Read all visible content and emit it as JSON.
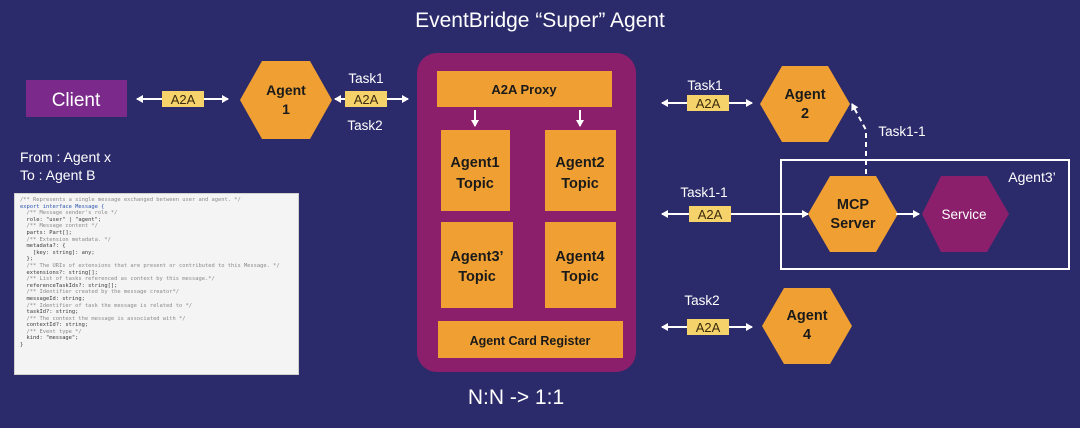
{
  "title": "EventBridge “Super” Agent",
  "footer": "N:N -> 1:1",
  "client": {
    "label": "Client"
  },
  "from_to": {
    "from": "From : Agent x",
    "to": "To : Agent B"
  },
  "agents": {
    "agent1": {
      "line1": "Agent",
      "line2": "1"
    },
    "agent2": {
      "line1": "Agent",
      "line2": "2"
    },
    "agent4": {
      "line1": "Agent",
      "line2": "4"
    }
  },
  "proxy": {
    "header": "A2A Proxy",
    "register": "Agent Card Register",
    "topics": [
      {
        "line1": "Agent1",
        "line2": "Topic"
      },
      {
        "line1": "Agent2",
        "line2": "Topic"
      },
      {
        "line1": "Agent3’",
        "line2": "Topic"
      },
      {
        "line1": "Agent4",
        "line2": "Topic"
      }
    ]
  },
  "agent3_group": {
    "label": "Agent3’",
    "mcp": {
      "line1": "MCP",
      "line2": "Server"
    },
    "service": "Service"
  },
  "connections": {
    "client_agent1": {
      "protocol": "A2A"
    },
    "agent1_proxy": {
      "protocol": "A2A",
      "task_top": "Task1",
      "task_bottom": "Task2"
    },
    "proxy_agent2": {
      "protocol": "A2A",
      "task": "Task1"
    },
    "proxy_mcp": {
      "protocol": "A2A",
      "task": "Task1-1"
    },
    "mcp_agent2": {
      "task": "Task1-1"
    },
    "proxy_agent4": {
      "protocol": "A2A",
      "task": "Task2"
    }
  },
  "code_lines": [
    "/** Represents a single message exchanged between user and agent. */",
    "export interface Message {",
    "  /** Message sender's role */",
    "  role: \"user\" | \"agent\";",
    "  /** Message content */",
    "  parts: Part[];",
    "  /** Extension metadata. */",
    "  metadata?: {",
    "    [key: string]: any;",
    "  };",
    "  /** The URIs of extensions that are present or contributed to this Message. */",
    "  extensions?: string[];",
    "  /** List of tasks referenced as context by this message.*/",
    "  referenceTaskIds?: string[];",
    "  /** Identifier created by the message creator*/",
    "  messageId: string;",
    "  /** Identifier of task the message is related to */",
    "  taskId?: string;",
    "  /** The context the message is associated with */",
    "  contextId?: string;",
    "  /** Event type */",
    "  kind: \"message\";",
    "}"
  ],
  "colors": {
    "background": "#2b2a6b",
    "orange": "#f0a033",
    "proxy_purple": "#8c1f6b",
    "client_purple": "#7b2a8c",
    "label_yellow": "#f5d36a",
    "text_white": "#ffffff"
  }
}
